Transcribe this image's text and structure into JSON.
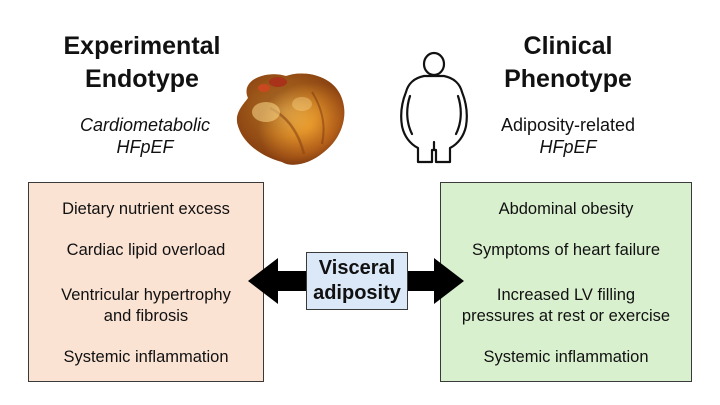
{
  "left": {
    "title_line1": "Experimental",
    "title_line2": "Endotype",
    "subtitle_line1": "Cardiometabolic",
    "subtitle_line2": "HFpEF",
    "items": [
      "Dietary nutrient excess",
      "Cardiac lipid overload",
      "Ventricular hypertrophy",
      "and fibrosis",
      "Systemic inflammation"
    ]
  },
  "right": {
    "title_line1": "Clinical",
    "title_line2": "Phenotype",
    "subtitle_line1": "Adiposity-related",
    "subtitle_line2": "HFpEF",
    "items": [
      "Abdominal obesity",
      "Symptoms of heart failure",
      "Increased LV filling",
      "pressures at rest or exercise",
      "Systemic inflammation"
    ]
  },
  "center": {
    "label_line1": "Visceral",
    "label_line2": "adiposity"
  },
  "colors": {
    "left_box": "#fbe3d4",
    "right_box": "#d9f0cf",
    "center_box": "#dbe8f7",
    "arrow": "#000000"
  },
  "icons": {
    "heart": "heart-organ-image",
    "person": "obese-person-outline-icon"
  }
}
